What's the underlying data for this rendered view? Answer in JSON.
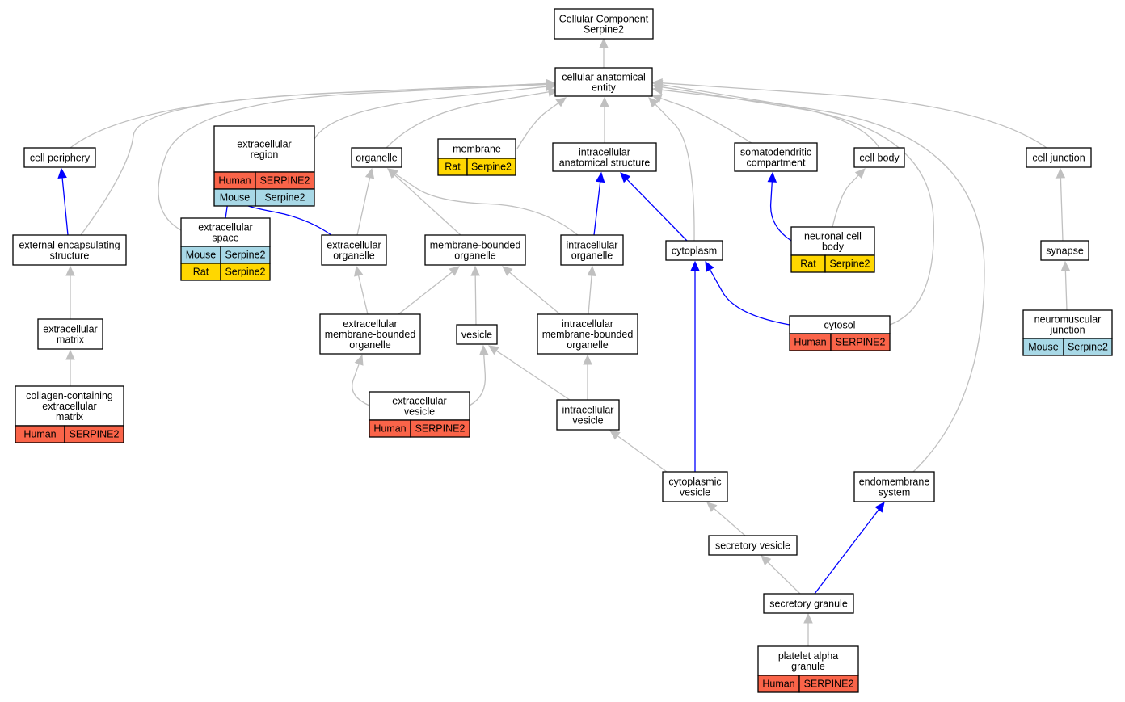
{
  "colors": {
    "gray_edge": "#c0c0c0",
    "blue_edge": "#0000ff",
    "human": "#fa6449",
    "mouse": "#a8d8e6",
    "rat": "#ffd700"
  },
  "nodes": [
    {
      "id": "root",
      "lines": [
        "Cellular Component",
        "Serpine2"
      ],
      "rows": []
    },
    {
      "id": "cae",
      "lines": [
        "cellular anatomical",
        "entity"
      ],
      "rows": []
    },
    {
      "id": "cell_periphery",
      "lines": [
        "cell periphery"
      ],
      "rows": []
    },
    {
      "id": "extracellular_region",
      "lines": [
        "extracellular",
        "region"
      ],
      "rows": [
        {
          "species": "Human",
          "gene": "SERPINE2",
          "color": "human"
        },
        {
          "species": "Mouse",
          "gene": "Serpine2",
          "color": "mouse"
        }
      ]
    },
    {
      "id": "organelle",
      "lines": [
        "organelle"
      ],
      "rows": []
    },
    {
      "id": "membrane",
      "lines": [
        "membrane"
      ],
      "rows": [
        {
          "species": "Rat",
          "gene": "Serpine2",
          "color": "rat"
        }
      ]
    },
    {
      "id": "ias",
      "lines": [
        "intracellular",
        "anatomical structure"
      ],
      "rows": []
    },
    {
      "id": "somatodendritic",
      "lines": [
        "somatodendritic",
        "compartment"
      ],
      "rows": []
    },
    {
      "id": "cell_body",
      "lines": [
        "cell body"
      ],
      "rows": []
    },
    {
      "id": "cell_junction",
      "lines": [
        "cell junction"
      ],
      "rows": []
    },
    {
      "id": "ext_encap",
      "lines": [
        "external encapsulating",
        "structure"
      ],
      "rows": []
    },
    {
      "id": "extracellular_space",
      "lines": [
        "extracellular",
        "space"
      ],
      "rows": [
        {
          "species": "Mouse",
          "gene": "Serpine2",
          "color": "mouse"
        },
        {
          "species": "Rat",
          "gene": "Serpine2",
          "color": "rat"
        }
      ]
    },
    {
      "id": "extracellular_organelle",
      "lines": [
        "extracellular",
        "organelle"
      ],
      "rows": []
    },
    {
      "id": "mbo",
      "lines": [
        "membrane-bounded",
        "organelle"
      ],
      "rows": []
    },
    {
      "id": "intracellular_organelle",
      "lines": [
        "intracellular",
        "organelle"
      ],
      "rows": []
    },
    {
      "id": "cytoplasm",
      "lines": [
        "cytoplasm"
      ],
      "rows": []
    },
    {
      "id": "neuronal_cell_body",
      "lines": [
        "neuronal cell",
        "body"
      ],
      "rows": [
        {
          "species": "Rat",
          "gene": "Serpine2",
          "color": "rat"
        }
      ]
    },
    {
      "id": "synapse",
      "lines": [
        "synapse"
      ],
      "rows": []
    },
    {
      "id": "ecm",
      "lines": [
        "extracellular",
        "matrix"
      ],
      "rows": []
    },
    {
      "id": "embo",
      "lines": [
        "extracellular",
        "membrane-bounded",
        "organelle"
      ],
      "rows": []
    },
    {
      "id": "vesicle",
      "lines": [
        "vesicle"
      ],
      "rows": []
    },
    {
      "id": "imbo",
      "lines": [
        "intracellular",
        "membrane-bounded",
        "organelle"
      ],
      "rows": []
    },
    {
      "id": "cytosol",
      "lines": [
        "cytosol"
      ],
      "rows": [
        {
          "species": "Human",
          "gene": "SERPINE2",
          "color": "human"
        }
      ]
    },
    {
      "id": "nmj",
      "lines": [
        "neuromuscular",
        "junction"
      ],
      "rows": [
        {
          "species": "Mouse",
          "gene": "Serpine2",
          "color": "mouse"
        }
      ]
    },
    {
      "id": "collagen_ecm",
      "lines": [
        "collagen-containing",
        "extracellular",
        "matrix"
      ],
      "rows": [
        {
          "species": "Human",
          "gene": "SERPINE2",
          "color": "human"
        }
      ]
    },
    {
      "id": "extracellular_vesicle",
      "lines": [
        "extracellular",
        "vesicle"
      ],
      "rows": [
        {
          "species": "Human",
          "gene": "SERPINE2",
          "color": "human"
        }
      ]
    },
    {
      "id": "intracellular_vesicle",
      "lines": [
        "intracellular",
        "vesicle"
      ],
      "rows": []
    },
    {
      "id": "cytoplasmic_vesicle",
      "lines": [
        "cytoplasmic",
        "vesicle"
      ],
      "rows": []
    },
    {
      "id": "endomembrane",
      "lines": [
        "endomembrane",
        "system"
      ],
      "rows": []
    },
    {
      "id": "secretory_vesicle",
      "lines": [
        "secretory vesicle"
      ],
      "rows": []
    },
    {
      "id": "secretory_granule",
      "lines": [
        "secretory granule"
      ],
      "rows": []
    },
    {
      "id": "platelet_alpha",
      "lines": [
        "platelet alpha",
        "granule"
      ],
      "rows": [
        {
          "species": "Human",
          "gene": "SERPINE2",
          "color": "human"
        }
      ]
    }
  ],
  "edges": [
    {
      "from": "cae",
      "to": "root",
      "color": "gray_edge"
    },
    {
      "from": "cell_periphery",
      "to": "cae",
      "color": "gray_edge"
    },
    {
      "from": "ext_encap",
      "to": "cae",
      "color": "gray_edge"
    },
    {
      "from": "extracellular_space",
      "to": "cae",
      "color": "gray_edge"
    },
    {
      "from": "extracellular_region",
      "to": "cae",
      "color": "gray_edge"
    },
    {
      "from": "organelle",
      "to": "cae",
      "color": "gray_edge"
    },
    {
      "from": "membrane",
      "to": "cae",
      "color": "gray_edge"
    },
    {
      "from": "ias",
      "to": "cae",
      "color": "gray_edge"
    },
    {
      "from": "cytoplasm",
      "to": "cae",
      "color": "gray_edge"
    },
    {
      "from": "somatodendritic",
      "to": "cae",
      "color": "gray_edge"
    },
    {
      "from": "cell_body",
      "to": "cae",
      "color": "gray_edge"
    },
    {
      "from": "cytosol",
      "to": "cae",
      "color": "gray_edge"
    },
    {
      "from": "endomembrane",
      "to": "cae",
      "color": "gray_edge"
    },
    {
      "from": "cell_junction",
      "to": "cae",
      "color": "gray_edge"
    },
    {
      "from": "ext_encap",
      "to": "cell_periphery",
      "color": "blue_edge"
    },
    {
      "from": "extracellular_space",
      "to": "extracellular_region",
      "color": "blue_edge"
    },
    {
      "from": "extracellular_organelle",
      "to": "extracellular_region",
      "color": "blue_edge"
    },
    {
      "from": "extracellular_organelle",
      "to": "organelle",
      "color": "gray_edge"
    },
    {
      "from": "mbo",
      "to": "organelle",
      "color": "gray_edge"
    },
    {
      "from": "intracellular_organelle",
      "to": "organelle",
      "color": "gray_edge"
    },
    {
      "from": "intracellular_organelle",
      "to": "ias",
      "color": "blue_edge"
    },
    {
      "from": "cytoplasm",
      "to": "ias",
      "color": "blue_edge"
    },
    {
      "from": "neuronal_cell_body",
      "to": "somatodendritic",
      "color": "blue_edge"
    },
    {
      "from": "neuronal_cell_body",
      "to": "cell_body",
      "color": "gray_edge"
    },
    {
      "from": "synapse",
      "to": "cell_junction",
      "color": "gray_edge"
    },
    {
      "from": "ecm",
      "to": "ext_encap",
      "color": "gray_edge"
    },
    {
      "from": "embo",
      "to": "extracellular_organelle",
      "color": "gray_edge"
    },
    {
      "from": "embo",
      "to": "mbo",
      "color": "gray_edge"
    },
    {
      "from": "vesicle",
      "to": "mbo",
      "color": "gray_edge"
    },
    {
      "from": "imbo",
      "to": "mbo",
      "color": "gray_edge"
    },
    {
      "from": "imbo",
      "to": "intracellular_organelle",
      "color": "gray_edge"
    },
    {
      "from": "cytosol",
      "to": "cytoplasm",
      "color": "blue_edge"
    },
    {
      "from": "nmj",
      "to": "synapse",
      "color": "gray_edge"
    },
    {
      "from": "collagen_ecm",
      "to": "ecm",
      "color": "gray_edge"
    },
    {
      "from": "extracellular_vesicle",
      "to": "embo",
      "color": "gray_edge"
    },
    {
      "from": "extracellular_vesicle",
      "to": "vesicle",
      "color": "gray_edge"
    },
    {
      "from": "intracellular_vesicle",
      "to": "vesicle",
      "color": "gray_edge"
    },
    {
      "from": "intracellular_vesicle",
      "to": "imbo",
      "color": "gray_edge"
    },
    {
      "from": "cytoplasmic_vesicle",
      "to": "intracellular_vesicle",
      "color": "gray_edge"
    },
    {
      "from": "cytoplasmic_vesicle",
      "to": "cytoplasm",
      "color": "blue_edge"
    },
    {
      "from": "secretory_vesicle",
      "to": "cytoplasmic_vesicle",
      "color": "gray_edge"
    },
    {
      "from": "secretory_granule",
      "to": "secretory_vesicle",
      "color": "gray_edge"
    },
    {
      "from": "secretory_granule",
      "to": "endomembrane",
      "color": "blue_edge"
    },
    {
      "from": "platelet_alpha",
      "to": "secretory_granule",
      "color": "gray_edge"
    }
  ]
}
